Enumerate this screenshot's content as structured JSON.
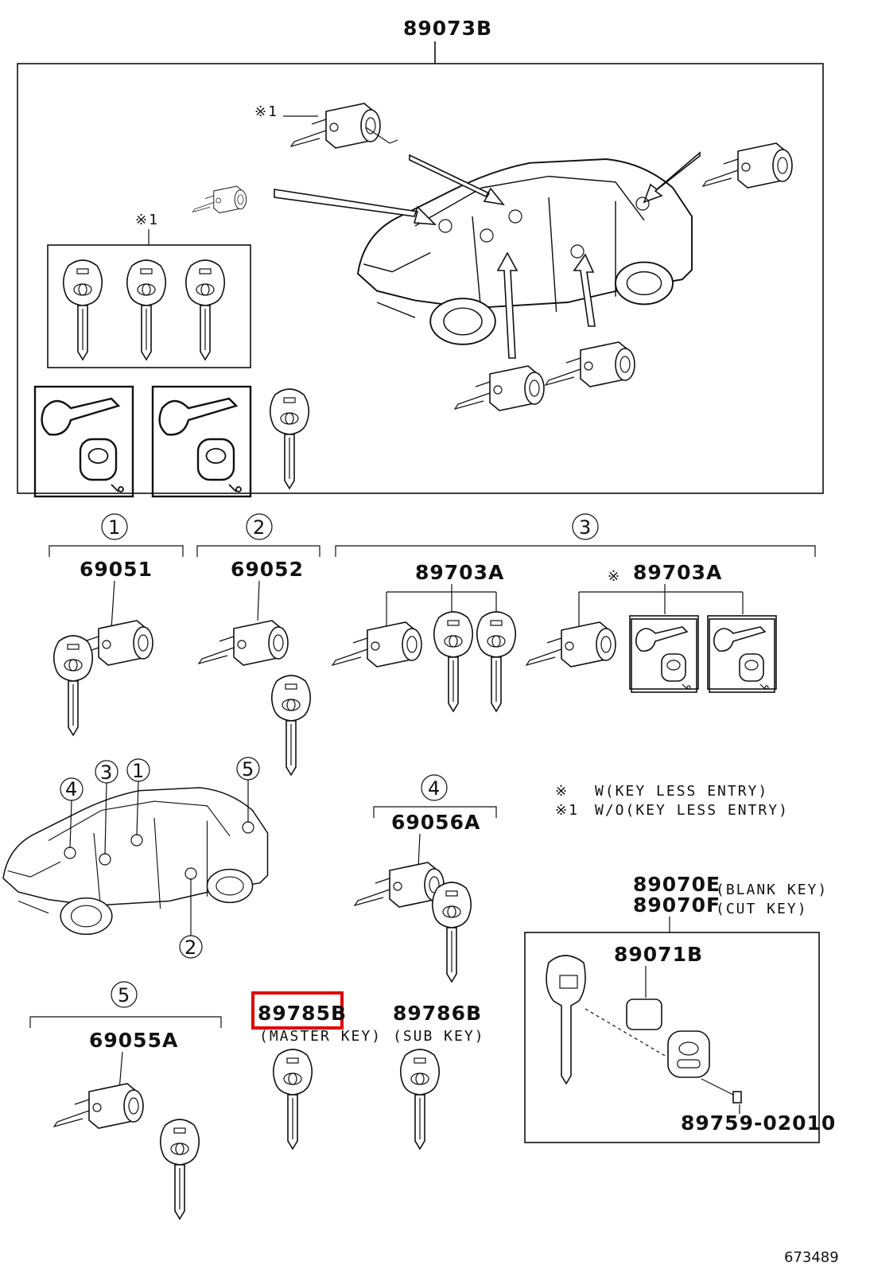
{
  "diagram": {
    "ref_number": "673489",
    "top_assembly": {
      "part": "89073B"
    },
    "asterisk_note_1": "※1",
    "groups": [
      {
        "circle": "1",
        "part": "69051"
      },
      {
        "circle": "2",
        "part": "69052"
      },
      {
        "circle": "3",
        "parts": [
          "89703A",
          "89703A"
        ],
        "asterisk": "※"
      },
      {
        "circle": "4",
        "part": "69056A"
      },
      {
        "circle": "5",
        "part": "69055A"
      }
    ],
    "legend": [
      {
        "mark": "※",
        "text": "W(KEY LESS ENTRY)"
      },
      {
        "mark": "※1",
        "text": "W/O(KEY LESS ENTRY)"
      }
    ],
    "keys": {
      "master": {
        "part": "89785B",
        "caption": "(MASTER KEY)",
        "highlighted": true
      },
      "sub": {
        "part": "89786B",
        "caption": "(SUB KEY)"
      },
      "blank": {
        "part": "89070E",
        "caption": "(BLANK KEY)"
      },
      "cut": {
        "part": "89070F",
        "caption": "(CUT KEY)"
      },
      "transmitter": {
        "part": "89071B"
      },
      "screw": {
        "part": "89759-02010"
      }
    },
    "car_locator_labels": [
      "4",
      "3",
      "1",
      "5",
      "2"
    ],
    "highlight_color": "#e00000"
  }
}
